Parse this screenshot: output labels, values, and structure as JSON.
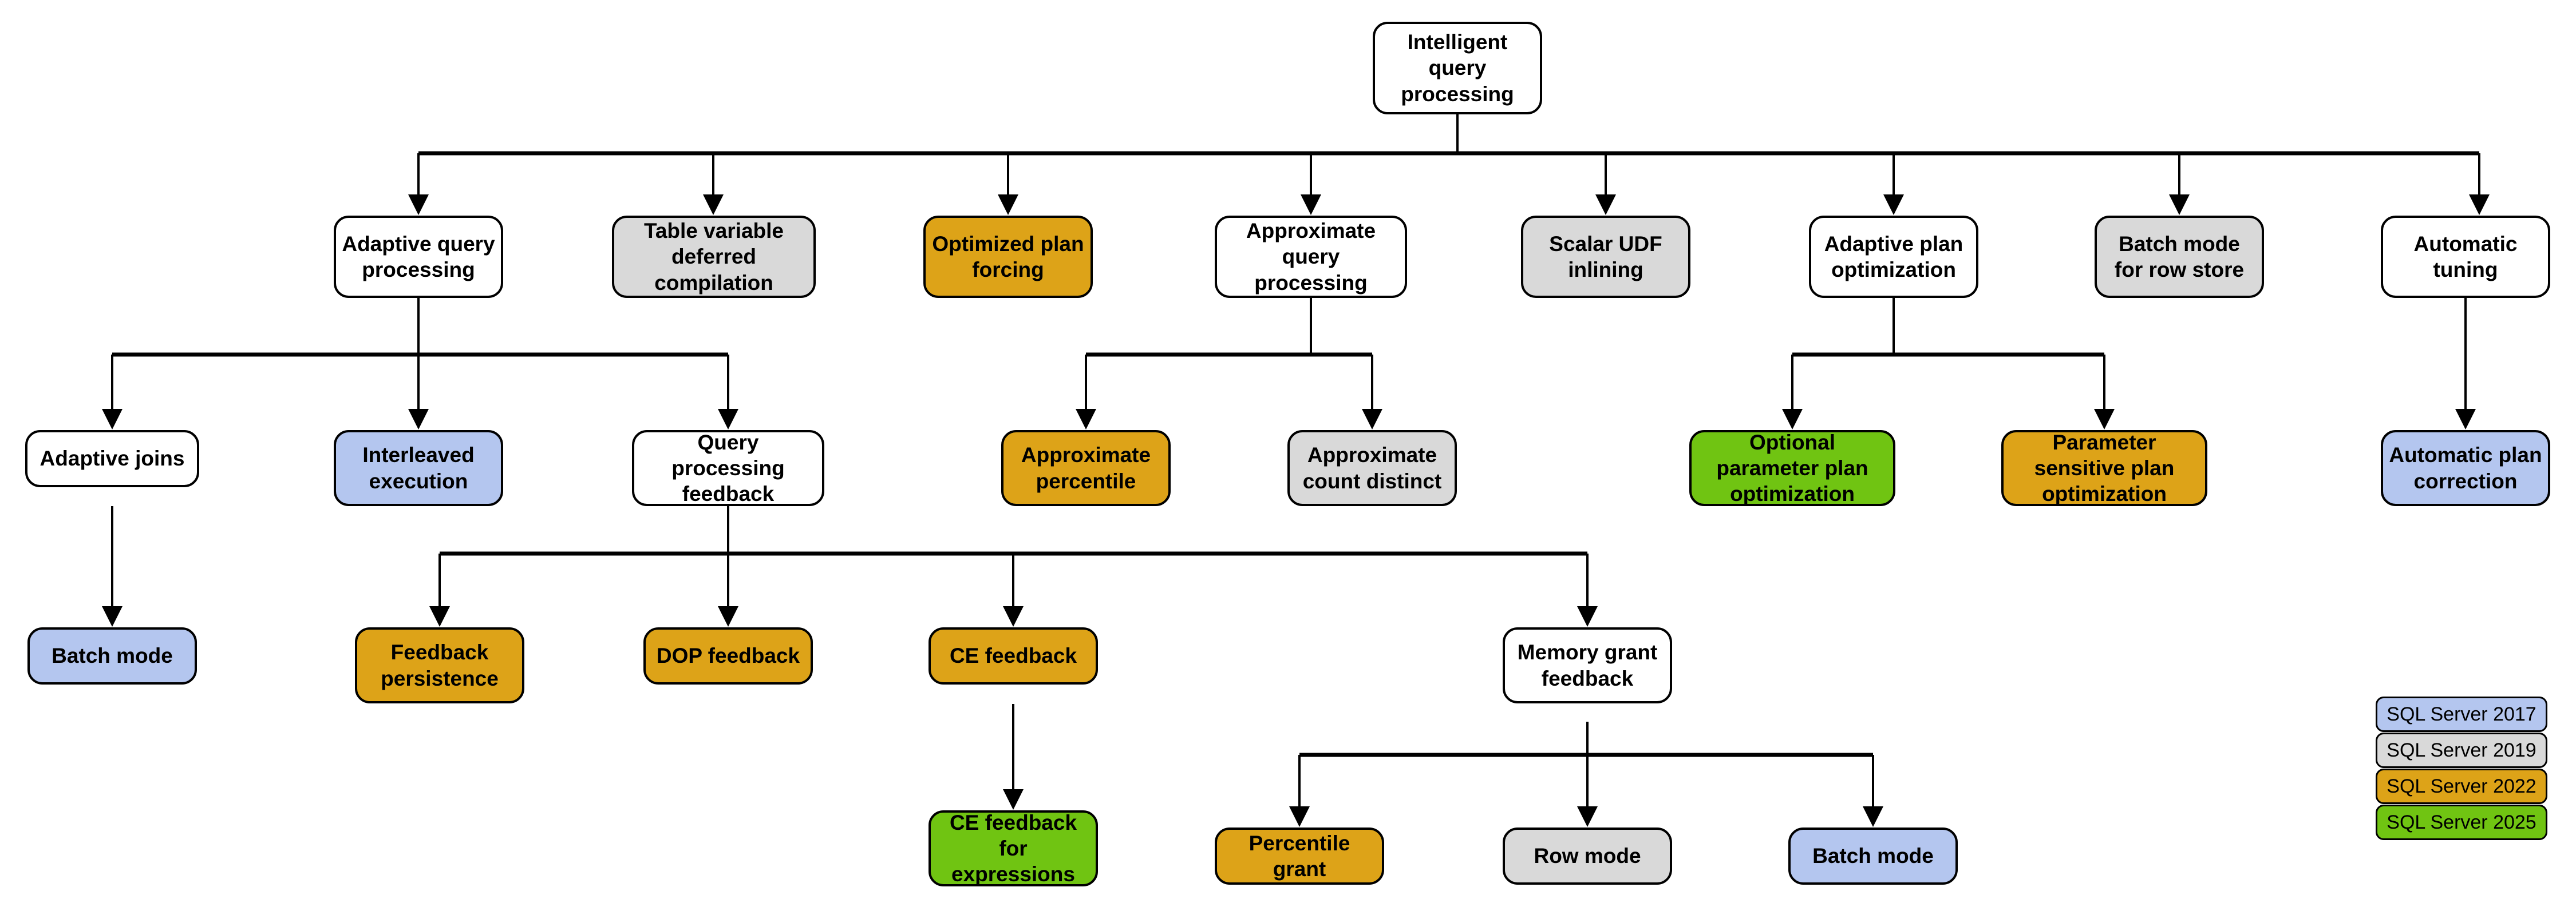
{
  "diagram": {
    "title": "Intelligent query processing",
    "palette": {
      "sql2017": "#b4c6ef",
      "sql2019": "#d9d9d9",
      "sql2022": "#dda318",
      "sql2025": "#70c412",
      "default": "#ffffff",
      "stroke": "#000000"
    },
    "nodes": {
      "root": {
        "label": "Intelligent query processing",
        "color": "default"
      },
      "adaptive_query_proc": {
        "label": "Adaptive query processing",
        "color": "default"
      },
      "table_var_deferred": {
        "label": "Table variable deferred compilation",
        "color": "sql2019"
      },
      "optimized_plan_forcing": {
        "label": "Optimized plan forcing",
        "color": "sql2022"
      },
      "approx_query_proc": {
        "label": "Approximate query processing",
        "color": "default"
      },
      "scalar_udf_inlining": {
        "label": "Scalar UDF inlining",
        "color": "sql2019"
      },
      "adaptive_plan_opt": {
        "label": "Adaptive plan optimization",
        "color": "default"
      },
      "batch_mode_row_store": {
        "label": "Batch mode for row store",
        "color": "sql2019"
      },
      "automatic_tuning": {
        "label": "Automatic tuning",
        "color": "default"
      },
      "adaptive_joins": {
        "label": "Adaptive joins",
        "color": "default"
      },
      "interleaved_execution": {
        "label": "Interleaved execution",
        "color": "sql2017"
      },
      "query_proc_feedback": {
        "label": "Query processing feedback",
        "color": "default"
      },
      "approximate_percentile": {
        "label": "Approximate percentile",
        "color": "sql2022"
      },
      "approx_count_distinct": {
        "label": "Approximate count distinct",
        "color": "sql2019"
      },
      "optional_param_plan": {
        "label": "Optional parameter plan optimization",
        "color": "sql2025"
      },
      "param_sensitive_plan": {
        "label": "Parameter sensitive plan optimization",
        "color": "sql2022"
      },
      "automatic_plan_corr": {
        "label": "Automatic plan correction",
        "color": "sql2017"
      },
      "batch_mode_joins": {
        "label": "Batch mode",
        "color": "sql2017"
      },
      "feedback_persistence": {
        "label": "Feedback persistence",
        "color": "sql2022"
      },
      "dop_feedback": {
        "label": "DOP feedback",
        "color": "sql2022"
      },
      "ce_feedback": {
        "label": "CE feedback",
        "color": "sql2022"
      },
      "memory_grant_feedback": {
        "label": "Memory grant feedback",
        "color": "default"
      },
      "ce_feedback_expr": {
        "label": "CE feedback for expressions",
        "color": "sql2025"
      },
      "percentile_grant": {
        "label": "Percentile grant",
        "color": "sql2022"
      },
      "row_mode": {
        "label": "Row mode",
        "color": "sql2019"
      },
      "batch_mode_grant": {
        "label": "Batch mode",
        "color": "sql2017"
      }
    },
    "edges": [
      {
        "from": "root",
        "to": "adaptive_query_proc"
      },
      {
        "from": "root",
        "to": "table_var_deferred"
      },
      {
        "from": "root",
        "to": "optimized_plan_forcing"
      },
      {
        "from": "root",
        "to": "approx_query_proc"
      },
      {
        "from": "root",
        "to": "scalar_udf_inlining"
      },
      {
        "from": "root",
        "to": "adaptive_plan_opt"
      },
      {
        "from": "root",
        "to": "batch_mode_row_store"
      },
      {
        "from": "root",
        "to": "automatic_tuning"
      },
      {
        "from": "adaptive_query_proc",
        "to": "adaptive_joins"
      },
      {
        "from": "adaptive_query_proc",
        "to": "interleaved_execution"
      },
      {
        "from": "adaptive_query_proc",
        "to": "query_proc_feedback"
      },
      {
        "from": "approx_query_proc",
        "to": "approximate_percentile"
      },
      {
        "from": "approx_query_proc",
        "to": "approx_count_distinct"
      },
      {
        "from": "adaptive_plan_opt",
        "to": "optional_param_plan"
      },
      {
        "from": "adaptive_plan_opt",
        "to": "param_sensitive_plan"
      },
      {
        "from": "automatic_tuning",
        "to": "automatic_plan_corr"
      },
      {
        "from": "adaptive_joins",
        "to": "batch_mode_joins"
      },
      {
        "from": "query_proc_feedback",
        "to": "feedback_persistence"
      },
      {
        "from": "query_proc_feedback",
        "to": "dop_feedback"
      },
      {
        "from": "query_proc_feedback",
        "to": "ce_feedback"
      },
      {
        "from": "query_proc_feedback",
        "to": "memory_grant_feedback"
      },
      {
        "from": "ce_feedback",
        "to": "ce_feedback_expr"
      },
      {
        "from": "memory_grant_feedback",
        "to": "percentile_grant"
      },
      {
        "from": "memory_grant_feedback",
        "to": "row_mode"
      },
      {
        "from": "memory_grant_feedback",
        "to": "batch_mode_grant"
      }
    ],
    "legend": {
      "items": [
        {
          "label": "SQL Server 2017",
          "color": "sql2017"
        },
        {
          "label": "SQL Server 2019",
          "color": "sql2019"
        },
        {
          "label": "SQL Server 2022",
          "color": "sql2022"
        },
        {
          "label": "SQL Server 2025",
          "color": "sql2025"
        }
      ]
    }
  }
}
